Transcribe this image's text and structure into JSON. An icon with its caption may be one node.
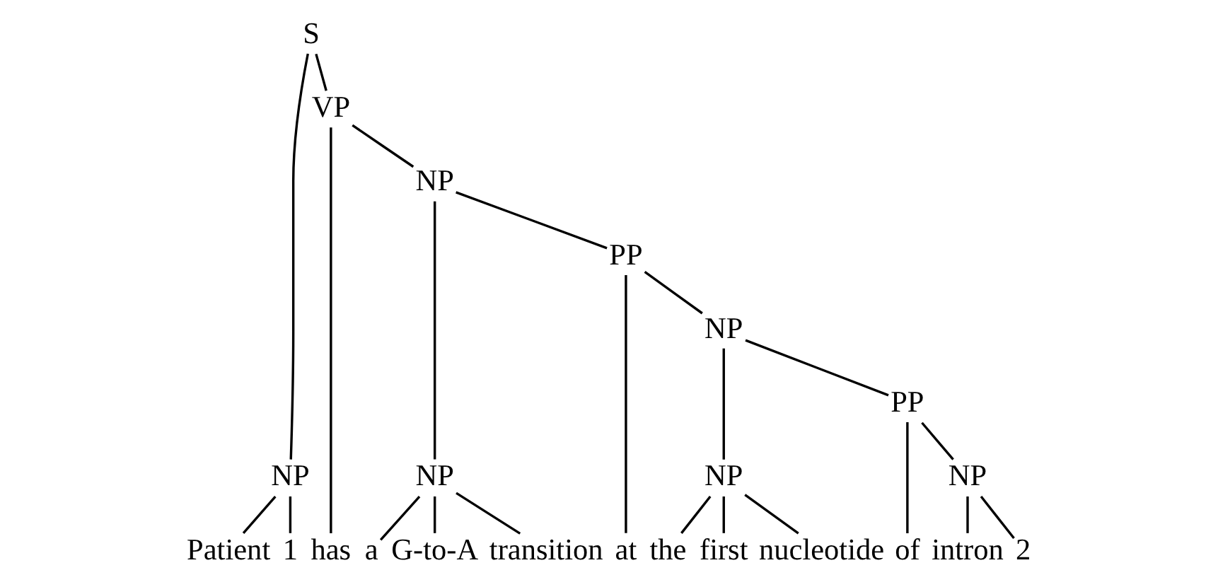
{
  "diagram": {
    "nodes": [
      {
        "text": [
          "S"
        ]
      },
      {
        "text": [
          "VP"
        ]
      },
      {
        "text": [
          "NP"
        ]
      },
      {
        "text": [
          "PP"
        ]
      },
      {
        "text": [
          "NP"
        ]
      },
      {
        "text": [
          "NP"
        ]
      },
      {
        "text": [
          "NP"
        ]
      },
      {
        "text": [
          "NP"
        ]
      },
      {
        "text": [
          "PP"
        ]
      },
      {
        "text": [
          "NP"
        ]
      },
      {
        "text": [
          "Patient"
        ]
      },
      {
        "text": [
          "1"
        ]
      },
      {
        "text": [
          "has"
        ]
      },
      {
        "text": [
          "a"
        ]
      },
      {
        "text": [
          "G-to-A"
        ]
      },
      {
        "text": [
          "transition"
        ]
      },
      {
        "text": [
          "at"
        ]
      },
      {
        "text": [
          "the"
        ]
      },
      {
        "text": [
          "first"
        ]
      },
      {
        "text": [
          "nucleotide"
        ]
      },
      {
        "text": [
          "of"
        ]
      },
      {
        "text": [
          "intron"
        ]
      },
      {
        "text": [
          "2"
        ]
      }
    ],
    "edges": [
      {
        "from": 0,
        "to": 5,
        "arrow": "none"
      },
      {
        "from": 0,
        "to": 1,
        "arrow": "none"
      },
      {
        "from": 1,
        "to": 12,
        "arrow": "none"
      },
      {
        "from": 1,
        "to": 2,
        "arrow": "none"
      },
      {
        "from": 2,
        "to": 6,
        "arrow": "none"
      },
      {
        "from": 2,
        "to": 3,
        "arrow": "none"
      },
      {
        "from": 3,
        "to": 16,
        "arrow": "none"
      },
      {
        "from": 3,
        "to": 4,
        "arrow": "none"
      },
      {
        "from": 4,
        "to": 7,
        "arrow": "none"
      },
      {
        "from": 4,
        "to": 8,
        "arrow": "none"
      },
      {
        "from": 5,
        "to": 10,
        "arrow": "none"
      },
      {
        "from": 5,
        "to": 11,
        "arrow": "none"
      },
      {
        "from": 6,
        "to": 13,
        "arrow": "none"
      },
      {
        "from": 6,
        "to": 14,
        "arrow": "none"
      },
      {
        "from": 6,
        "to": 15,
        "arrow": "none"
      },
      {
        "from": 7,
        "to": 17,
        "arrow": "none"
      },
      {
        "from": 7,
        "to": 18,
        "arrow": "none"
      },
      {
        "from": 7,
        "to": 19,
        "arrow": "none"
      },
      {
        "from": 8,
        "to": 20,
        "arrow": "none"
      },
      {
        "from": 8,
        "to": 9,
        "arrow": "none"
      },
      {
        "from": 9,
        "to": 21,
        "arrow": "none"
      },
      {
        "from": 9,
        "to": 22,
        "arrow": "none"
      }
    ]
  }
}
